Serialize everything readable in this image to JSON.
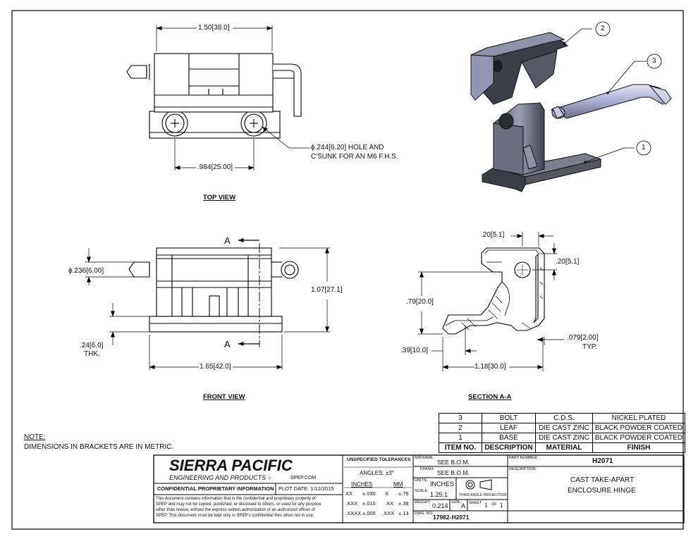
{
  "views": {
    "top": "TOP VIEW",
    "front": "FRONT VIEW",
    "section": "SECTION A-A"
  },
  "dims": {
    "top_width": [
      "1.50",
      "38.0"
    ],
    "hole_note": [
      "ϕ.244",
      "6.20",
      "HOLE AND"
    ],
    "hole_note2": "C'SUNK FOR AN M6 F.H.S.",
    "hole_spacing": [
      ".984",
      "25.00"
    ],
    "pin_dia": [
      "ϕ.236",
      "6.00"
    ],
    "height": [
      "1.07",
      "27.1"
    ],
    "thk": [
      ".24",
      "6.0"
    ],
    "thk_label": "THK.",
    "front_width": [
      "1.65",
      "42.0"
    ],
    "sec_a": "A",
    "sec_top": [
      ".20",
      "5.1"
    ],
    "sec_right": [
      ".20",
      "5.1"
    ],
    "sec_height": [
      ".79",
      "20.0"
    ],
    "sec_wall": [
      ".079",
      "2.00"
    ],
    "sec_typ": "TYP.",
    "sec_base": [
      ".39",
      "10.0"
    ],
    "sec_width": [
      "1.18",
      "30.0"
    ]
  },
  "balloons": [
    "1",
    "2",
    "3"
  ],
  "note": {
    "title": "NOTE:",
    "text": "DIMENSIONS IN BRACKETS ARE IN METRIC."
  },
  "bom": {
    "rows": [
      [
        "3",
        "BOLT",
        "C.D.S.",
        "NICKEL PLATED"
      ],
      [
        "2",
        "LEAF",
        "DIE CAST ZINC",
        "BLACK POWDER COATED"
      ],
      [
        "1",
        "BASE",
        "DIE CAST ZINC",
        "BLACK POWDER COATED"
      ]
    ],
    "headers": [
      "ITEM NO.",
      "DESCRIPTION",
      "MATERIAL",
      "FINISH"
    ]
  },
  "title_block": {
    "company": "SIERRA PACIFIC",
    "division": "ENGINEERING AND PRODUCTS",
    "website": "SPEP.COM",
    "confidential": "CONFIDENTIAL PROPRIETARY INFORMATION",
    "plot_date": "PLOT DATE:  1/12/2015",
    "legal": [
      "This document contains information that is the confidential and proprietary property of",
      "SPEP and may not be copied, published, or disclosed to others, or used for any purpose",
      "other than review, without the express written authorization of an authorized officer of",
      "SPEP. This document must be kept only in SPEP's confidential files when not in use."
    ],
    "tolerances_title": "UNSPECIFIED TOLERANCES",
    "angles": "ANGLES:  ±3°",
    "inches_hdr": "INCHES",
    "mm_hdr": "MM",
    "tol_rows": [
      [
        "XX",
        "±.030",
        "X",
        "±.76"
      ],
      [
        ".XXX",
        "±.015",
        ".XX",
        "±.38"
      ],
      [
        ".XXXX",
        "±.005",
        ".XXX",
        "±.13"
      ]
    ],
    "material_lbl": "MATERIAL:",
    "material": "SEE B.O.M.",
    "finish_lbl": "FINISH:",
    "finish": "SEE B.O.M.",
    "units_lbl": "UNITS:",
    "units": "INCHES",
    "scale_lbl": "SCALE:",
    "scale": "1.25:1",
    "projection": "THIRD ANGLE PROJECTION",
    "weight_lbl": "WEIGHT:",
    "weight": "0.214",
    "size_lbl": "SIZE:",
    "size": "A",
    "sheet_lbl": "SHEET",
    "sheet": "1",
    "of_lbl": "OF",
    "of": "1",
    "dwg_lbl": "DWG. NO.",
    "dwg": "17982-H2071",
    "part_lbl": "PART NUMBER:",
    "part": "H2071",
    "desc_lbl": "DESCRIPTION:",
    "desc1": "CAST TAKE-APART",
    "desc2": "ENCLOSURE HINGE"
  }
}
